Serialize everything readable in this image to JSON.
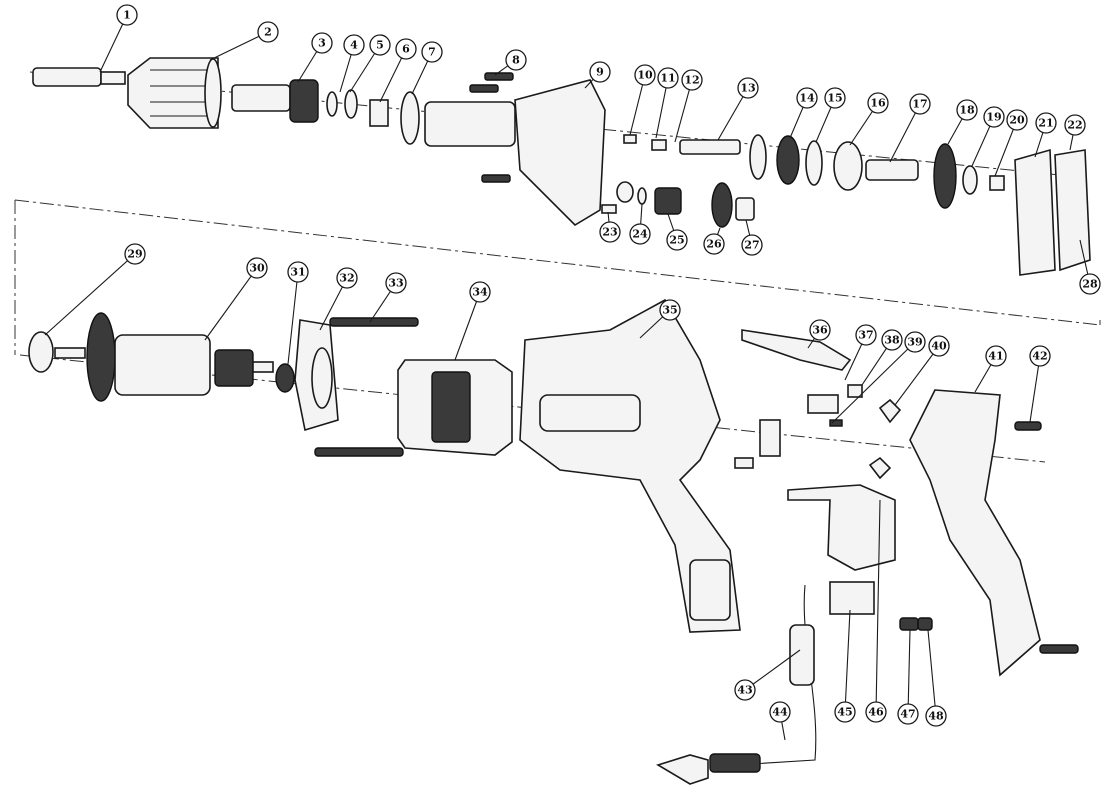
{
  "diagram": {
    "callouts": [
      {
        "label": "1"
      },
      {
        "label": "2"
      },
      {
        "label": "3"
      },
      {
        "label": "4"
      },
      {
        "label": "5"
      },
      {
        "label": "6"
      },
      {
        "label": "7"
      },
      {
        "label": "8"
      },
      {
        "label": "9"
      },
      {
        "label": "10"
      },
      {
        "label": "11"
      },
      {
        "label": "12"
      },
      {
        "label": "13"
      },
      {
        "label": "14"
      },
      {
        "label": "15"
      },
      {
        "label": "16"
      },
      {
        "label": "17"
      },
      {
        "label": "18"
      },
      {
        "label": "19"
      },
      {
        "label": "20"
      },
      {
        "label": "21"
      },
      {
        "label": "22"
      },
      {
        "label": "23"
      },
      {
        "label": "24"
      },
      {
        "label": "25"
      },
      {
        "label": "26"
      },
      {
        "label": "27"
      },
      {
        "label": "28"
      },
      {
        "label": "29"
      },
      {
        "label": "30"
      },
      {
        "label": "31"
      },
      {
        "label": "32"
      },
      {
        "label": "33"
      },
      {
        "label": "34"
      },
      {
        "label": "35"
      },
      {
        "label": "36"
      },
      {
        "label": "37"
      },
      {
        "label": "38"
      },
      {
        "label": "39"
      },
      {
        "label": "40"
      },
      {
        "label": "41"
      },
      {
        "label": "42"
      },
      {
        "label": "43"
      },
      {
        "label": "44"
      },
      {
        "label": "45"
      },
      {
        "label": "46"
      },
      {
        "label": "47"
      },
      {
        "label": "48"
      }
    ]
  }
}
